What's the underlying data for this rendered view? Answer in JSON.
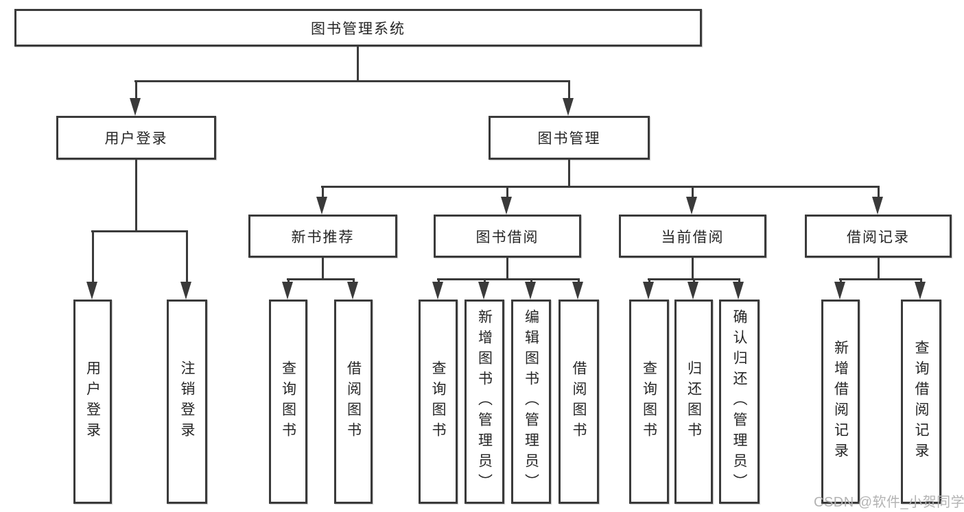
{
  "diagram": {
    "root": "图书管理系统",
    "level2": [
      "用户登录",
      "图书管理"
    ],
    "level3": [
      "新书推荐",
      "图书借阅",
      "当前借阅",
      "借阅记录"
    ],
    "leaves": [
      "用户登录",
      "注销登录",
      "查询图书",
      "借阅图书",
      "查询图书",
      "新增图书（管理员）",
      "编辑图书（管理员）",
      "借阅图书",
      "查询图书",
      "归还图书",
      "确认归还（管理员）",
      "新增借阅记录",
      "查询借阅记录"
    ],
    "watermark": "CSDN @软件_小贺同学",
    "colors": {
      "line": "#3a3a3a",
      "text": "#262626",
      "watermark": "#b3b3b3",
      "background": "#ffffff"
    }
  }
}
